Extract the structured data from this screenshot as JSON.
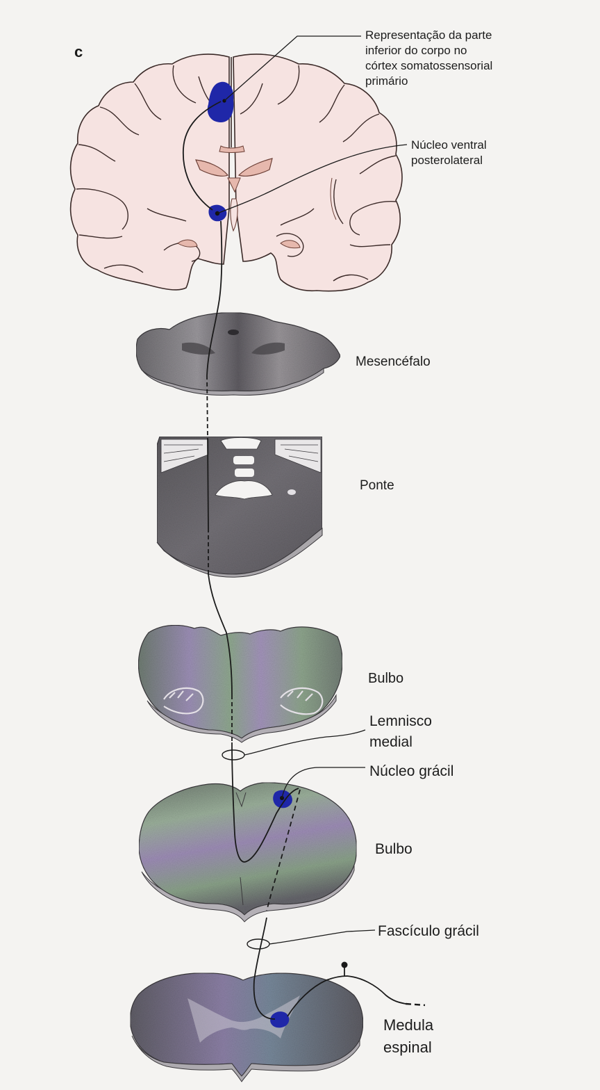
{
  "panel_letter": "c",
  "labels": {
    "cortex": [
      "Representação da parte",
      "inferior do corpo no",
      "córtex somatossensorial",
      "primário"
    ],
    "vpl": [
      "Núcleo ventral",
      "posterolateral"
    ],
    "mesencephalon": "Mesencéfalo",
    "pons": "Ponte",
    "medulla_upper": "Bulbo",
    "medial_lemniscus": [
      "Lemnisco",
      "medial"
    ],
    "gracile_nucleus": "Núcleo grácil",
    "medulla_lower": "Bulbo",
    "gracile_fasciculus": "Fascículo grácil",
    "spinal_cord": [
      "Medula",
      "espinal"
    ]
  },
  "colors": {
    "pathway_nucleus": "#1f27a8",
    "cortex_fill": "#f6e3e1",
    "ventricle": "#e6b8ad",
    "section_gray": "#6d6a70",
    "section_green": "#8aa58c",
    "section_purple": "#9a8cb4",
    "line": "#1a1a1a"
  }
}
